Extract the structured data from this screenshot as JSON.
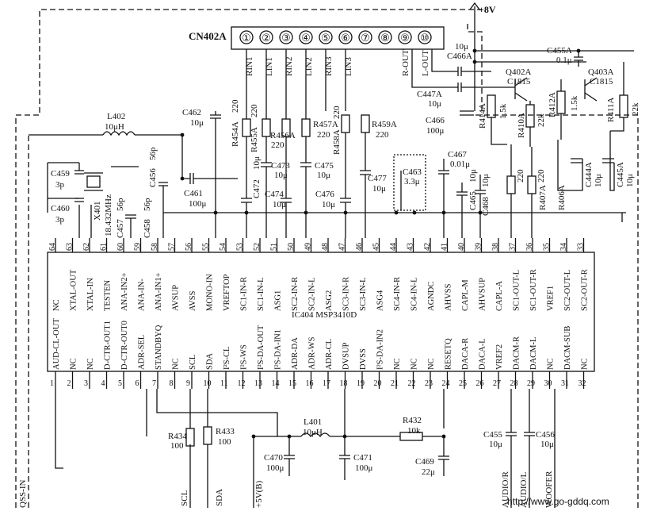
{
  "supply": "+8V",
  "connector": {
    "name": "CN402A",
    "pins": [
      "①",
      "②",
      "③",
      "④",
      "⑤",
      "⑥",
      "⑦",
      "⑧",
      "⑨",
      "⑩"
    ],
    "signals": [
      "RIN1",
      "LIN1",
      "RIN2",
      "LIN2",
      "RIN3",
      "LIN3",
      "R-OUT",
      "L-OUT"
    ]
  },
  "ic": {
    "name": "IC404 MSP3410D",
    "top_pins": [
      {
        "num": "64",
        "name": "NC"
      },
      {
        "num": "63",
        "name": "XTAL-OUT"
      },
      {
        "num": "62",
        "name": "XTAL-IN"
      },
      {
        "num": "61",
        "name": "TESTEN"
      },
      {
        "num": "60",
        "name": "ANA-IN2+"
      },
      {
        "num": "59",
        "name": "ANA-IN-"
      },
      {
        "num": "58",
        "name": "ANA-IN1+"
      },
      {
        "num": "57",
        "name": "AVSUP"
      },
      {
        "num": "56",
        "name": "AVSS"
      },
      {
        "num": "55",
        "name": "MONO-IN"
      },
      {
        "num": "54",
        "name": "VREFTOP"
      },
      {
        "num": "53",
        "name": "SC1-IN-R"
      },
      {
        "num": "52",
        "name": "SC1-IN-L"
      },
      {
        "num": "51",
        "name": "ASG1"
      },
      {
        "num": "50",
        "name": "SC2-IN-R"
      },
      {
        "num": "49",
        "name": "SC2-IN-L"
      },
      {
        "num": "48",
        "name": "ASG2"
      },
      {
        "num": "47",
        "name": "SC3-IN-R"
      },
      {
        "num": "46",
        "name": "SC3-IN-L"
      },
      {
        "num": "45",
        "name": "ASG4"
      },
      {
        "num": "44",
        "name": "SC4-IN-R"
      },
      {
        "num": "43",
        "name": "SC4-IN-L"
      },
      {
        "num": "42",
        "name": "AGNDC"
      },
      {
        "num": "41",
        "name": "AHVSS"
      },
      {
        "num": "40",
        "name": "CAPL-M"
      },
      {
        "num": "39",
        "name": "AHVSUP"
      },
      {
        "num": "38",
        "name": "CAPL-A"
      },
      {
        "num": "37",
        "name": "SC1-OUT-L"
      },
      {
        "num": "36",
        "name": "SC1-OUT-R"
      },
      {
        "num": "35",
        "name": "VREF1"
      },
      {
        "num": "34",
        "name": "SC2-OUT-L"
      },
      {
        "num": "33",
        "name": "SC2-OUT-R"
      }
    ],
    "bottom_pins": [
      {
        "num": "1",
        "name": "AUD-CL-OUT"
      },
      {
        "num": "2",
        "name": "NC"
      },
      {
        "num": "3",
        "name": "NC"
      },
      {
        "num": "4",
        "name": "D-CTR-OUT1"
      },
      {
        "num": "5",
        "name": "D-CTR-OUT0"
      },
      {
        "num": "6",
        "name": "ADR-SEL"
      },
      {
        "num": "7",
        "name": "STANDBYQ"
      },
      {
        "num": "8",
        "name": "NC"
      },
      {
        "num": "9",
        "name": "SCL"
      },
      {
        "num": "10",
        "name": "SDA"
      },
      {
        "num": "11",
        "name": "I²S-CL"
      },
      {
        "num": "12",
        "name": "I²S-WS"
      },
      {
        "num": "13",
        "name": "I²S-DA-OUT"
      },
      {
        "num": "14",
        "name": "I²S-DA-IN1"
      },
      {
        "num": "15",
        "name": "ADR-DA"
      },
      {
        "num": "16",
        "name": "ADR-WS"
      },
      {
        "num": "17",
        "name": "ADR-CL"
      },
      {
        "num": "18",
        "name": "DVSUP"
      },
      {
        "num": "19",
        "name": "DVSS"
      },
      {
        "num": "20",
        "name": "I²S-DA-IN2"
      },
      {
        "num": "21",
        "name": "NC"
      },
      {
        "num": "22",
        "name": "NC"
      },
      {
        "num": "23",
        "name": "NC"
      },
      {
        "num": "24",
        "name": "RESETQ"
      },
      {
        "num": "25",
        "name": "DACA-R"
      },
      {
        "num": "26",
        "name": "DACA-L"
      },
      {
        "num": "27",
        "name": "VREF2"
      },
      {
        "num": "28",
        "name": "DACM-R"
      },
      {
        "num": "29",
        "name": "DACM-L"
      },
      {
        "num": "30",
        "name": "NC"
      },
      {
        "num": "31",
        "name": "DACM-SUB"
      },
      {
        "num": "32",
        "name": "NC"
      }
    ]
  },
  "components": {
    "L402": {
      "ref": "L402",
      "value": "10μH"
    },
    "L401": {
      "ref": "L401",
      "value": "10μH"
    },
    "C459": {
      "ref": "C459",
      "value": "3p"
    },
    "C460": {
      "ref": "C460",
      "value": "3p"
    },
    "X401": {
      "ref": "X401",
      "value": "18.432MHz"
    },
    "C457": {
      "ref": "C457",
      "value": "56p"
    },
    "C458": {
      "ref": "C458",
      "value": "56p"
    },
    "C456b": {
      "ref": "C456",
      "value": "56p"
    },
    "C461": {
      "ref": "C461",
      "value": "100μ"
    },
    "C462": {
      "ref": "C462",
      "value": "10μ"
    },
    "C472": {
      "ref": "C472",
      "value": "10μ"
    },
    "R454A": {
      "ref": "R454A",
      "value": "220"
    },
    "R455A": {
      "ref": "R455A",
      "value": "220"
    },
    "R456A": {
      "ref": "R456A",
      "value": "220"
    },
    "R457A": {
      "ref": "R457A",
      "value": "220"
    },
    "R458A": {
      "ref": "R458A",
      "value": "220"
    },
    "R459A": {
      "ref": "R459A",
      "value": "220"
    },
    "C473": {
      "ref": "C473",
      "value": "10μ"
    },
    "C474": {
      "ref": "C474",
      "value": "10μ"
    },
    "C475": {
      "ref": "C475",
      "value": "10μ"
    },
    "C476": {
      "ref": "C476",
      "value": "10μ"
    },
    "C477": {
      "ref": "C477",
      "value": "10μ"
    },
    "C463": {
      "ref": "C463",
      "value": "3.3μ"
    },
    "C467": {
      "ref": "C467",
      "value": "0.01μ"
    },
    "C465": {
      "ref": "C465",
      "value": "10μ"
    },
    "C468": {
      "ref": "C468",
      "value": "10μ"
    },
    "C466": {
      "ref": "C466",
      "value": "100μ"
    },
    "C466A": {
      "ref": "C466A",
      "value": "10μ"
    },
    "C447A": {
      "ref": "C447A",
      "value": "10μ"
    },
    "C455A": {
      "ref": "C455A",
      "value": "0.1μ"
    },
    "Q402A": {
      "ref": "Q402A",
      "value": "C1815"
    },
    "Q403A": {
      "ref": "Q403A",
      "value": "C1815"
    },
    "R414A": {
      "ref": "R414A",
      "value": "1.5k"
    },
    "R410A": {
      "ref": "R410A",
      "value": "22k"
    },
    "R412A": {
      "ref": "R412A",
      "value": "1.5k"
    },
    "R411A": {
      "ref": "R411A",
      "value": "22k"
    },
    "C444A": {
      "ref": "C444A",
      "value": "10μ"
    },
    "C445A": {
      "ref": "C445A",
      "value": "10μ"
    },
    "R407A": {
      "ref": "R407A",
      "value": "220"
    },
    "R406A": {
      "ref": "R406A",
      "value": "220"
    },
    "R434": {
      "ref": "R434",
      "value": "100"
    },
    "R433": {
      "ref": "R433",
      "value": "100"
    },
    "R432": {
      "ref": "R432",
      "value": "10k"
    },
    "C470": {
      "ref": "C470",
      "value": "100μ"
    },
    "C471": {
      "ref": "C471",
      "value": "100μ"
    },
    "C469": {
      "ref": "C469",
      "value": "22μ"
    },
    "C455": {
      "ref": "C455",
      "value": "10μ"
    },
    "C456": {
      "ref": "C456",
      "value": "10μ"
    }
  },
  "outputs": {
    "qss_in": "QSS-IN",
    "scl": "SCL",
    "sda": "SDA",
    "v5b": "+5V(B)",
    "audio_r": "AUDIO/R",
    "audio_l": "AUDIO/L",
    "woofer": "WOOFER"
  },
  "watermark": "http://www.go-gddq.com"
}
